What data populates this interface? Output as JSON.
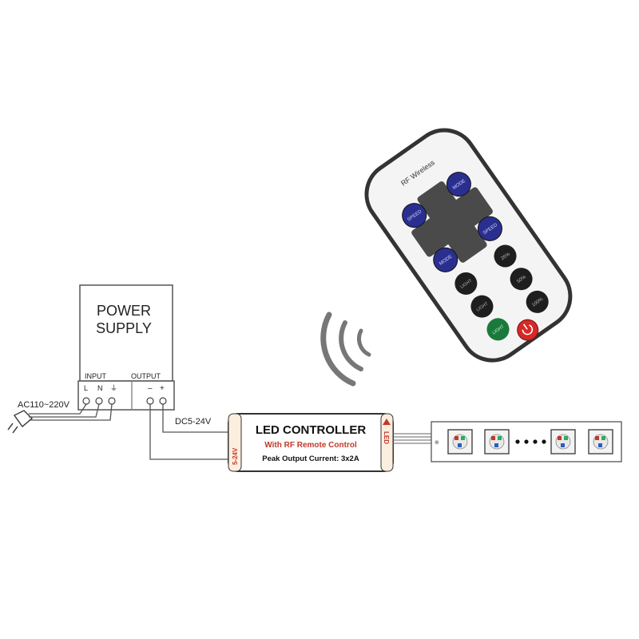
{
  "power_supply": {
    "title_line1": "POWER",
    "title_line2": "SUPPLY",
    "input_label": "INPUT",
    "output_label": "OUTPUT",
    "terminal_l": "L",
    "terminal_n": "N",
    "terminal_ground": "⏚",
    "terminal_minus": "–",
    "terminal_plus": "+"
  },
  "ac_input_label": "AC110~220V",
  "dc_label": "DC5-24V",
  "controller": {
    "title": "LED CONTROLLER",
    "subtitle": "With RF Remote Control",
    "peak_output": "Peak Output Current: 3x2A",
    "voltage_tag": "5-24V",
    "led_tag": "LED"
  },
  "remote": {
    "brand": "RF Wireless",
    "buttons": {
      "speed_plus": "SPEED",
      "mode_plus": "MODE",
      "mode_minus": "MODE",
      "speed_minus": "SPEED",
      "light_plus": "LIGHT",
      "light_minus": "LIGHT",
      "b25": "25%",
      "b50": "50%",
      "b100": "100%",
      "light_green": "LIGHT"
    }
  },
  "colors": {
    "line": "#555555",
    "controller_accent": "#c0392b",
    "dpad_blue": "#2a2f8f",
    "keypad_dark": "#1e1e1e",
    "button_green": "#1a7a3c",
    "power_red": "#d62828"
  }
}
